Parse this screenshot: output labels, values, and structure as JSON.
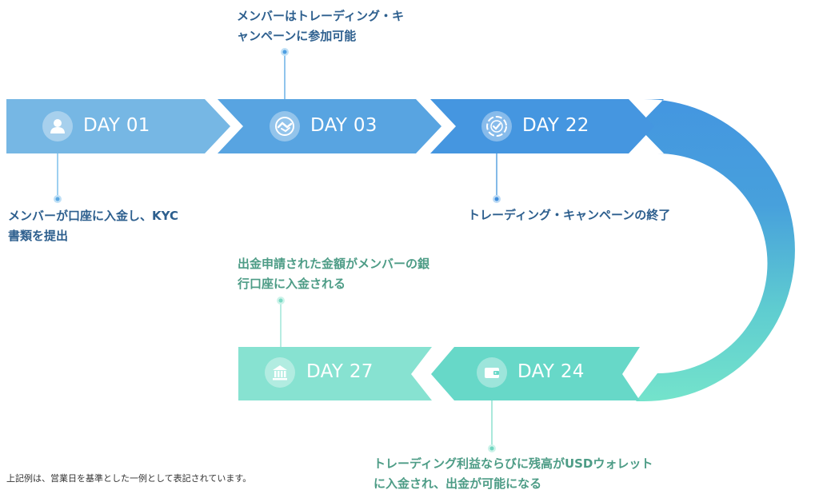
{
  "steps": [
    {
      "day": "DAY 01",
      "icon": "user-icon",
      "text": "メンバーが口座に入金し、KYC\n書類を提出"
    },
    {
      "day": "DAY 03",
      "icon": "handshake-icon",
      "text": "メンバーはトレーディング・キ\nャンペーンに参加可能"
    },
    {
      "day": "DAY 22",
      "icon": "check-target-icon",
      "text": "トレーディング・キャンペーンの終了"
    },
    {
      "day": "DAY 24",
      "icon": "wallet-icon",
      "text": "トレーディング利益ならびに残高がUSDウォレット\nに入金され、出金が可能になる"
    },
    {
      "day": "DAY 27",
      "icon": "bank-icon",
      "text": "出金申請された金額がメンバーの銀\n行口座に入金される"
    }
  ],
  "footnote": "上記例は、営業日を基準とした一例として表記されています。",
  "colors": {
    "blue_light": "#75b6e4",
    "blue_mid": "#57a3e1",
    "blue_dark": "#4596e0",
    "teal_mid": "#63d6c6",
    "teal_light": "#86e2d0",
    "text_blue": "#2d5f8e",
    "text_green": "#4d9c86"
  }
}
